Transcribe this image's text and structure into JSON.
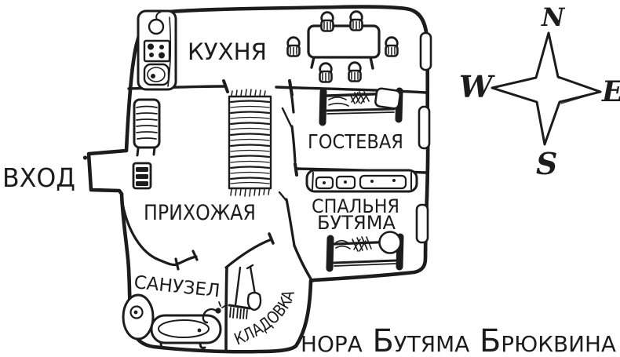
{
  "title": "нора Бутяма Брюквина",
  "colors": {
    "ink": "#1c1c1c",
    "background": "#ffffff"
  },
  "compass": {
    "north": "N",
    "west": "W",
    "east": "E",
    "south": "S"
  },
  "windows": 3,
  "rooms": {
    "entrance": {
      "label": "ВХОД"
    },
    "kitchen": {
      "label": "КУХНЯ",
      "furniture": [
        "kitchen-counter",
        "apple",
        "stove",
        "sink",
        "dining-table",
        "six-chairs"
      ]
    },
    "hallway": {
      "label": "ПРИХОЖАЯ",
      "furniture": [
        "chest-of-drawers",
        "doormat",
        "striped-rug"
      ]
    },
    "guest_room": {
      "label": "ГОСТЕВАЯ",
      "furniture": [
        "bed",
        "pillow",
        "blanket"
      ]
    },
    "bedroom": {
      "label_line1": "СПАЛЬНЯ",
      "label_line2": "БУТЯМА",
      "furniture": [
        "dresser",
        "bed",
        "round-pillow"
      ]
    },
    "bathroom": {
      "label": "САНУЗЕЛ",
      "furniture": [
        "toilet",
        "bathtub"
      ]
    },
    "storage": {
      "label": "КЛАДОВКА",
      "furniture": [
        "rake",
        "shovel"
      ]
    }
  }
}
